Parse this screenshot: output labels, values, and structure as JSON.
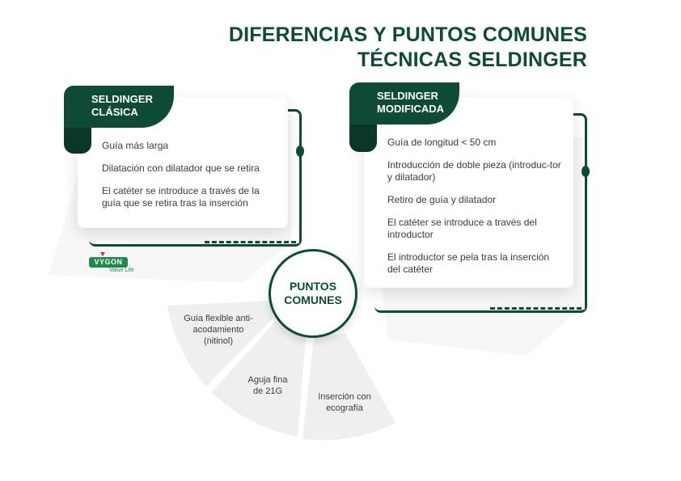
{
  "title": {
    "line1": "DIFERENCIAS Y PUNTOS COMUNES",
    "line2": "TÉCNICAS SELDINGER"
  },
  "classic": {
    "tab_line1": "SELDINGER",
    "tab_line2": "CLÁSICA",
    "items": [
      "Guía más larga",
      "Dilatación con dilatador que se retira",
      "El catéter se introduce a través de la guía que se retira tras la inserción"
    ]
  },
  "modified": {
    "tab_line1": "SELDINGER",
    "tab_line2": "MODIFICADA",
    "items": [
      "Guía de longitud < 50 cm",
      "Introducción de doble pieza (introduc-tor y dilatador)",
      "Retiro de guía y dilatador",
      "El catéter se introduce a través del introductor",
      "El introductor se pela tras la inserción del catéter"
    ]
  },
  "common": {
    "label_line1": "PUNTOS",
    "label_line2": "COMUNES",
    "segments": [
      "Guía flexible anti-acodamiento (nitinol)",
      "Aguja fina de 21G",
      "Inserción con ecografía"
    ]
  },
  "logo": {
    "brand": "VYGON",
    "tagline": "Value Life"
  },
  "colors": {
    "dark_green": "#0e4b35",
    "segment_gray": "#efefef"
  }
}
